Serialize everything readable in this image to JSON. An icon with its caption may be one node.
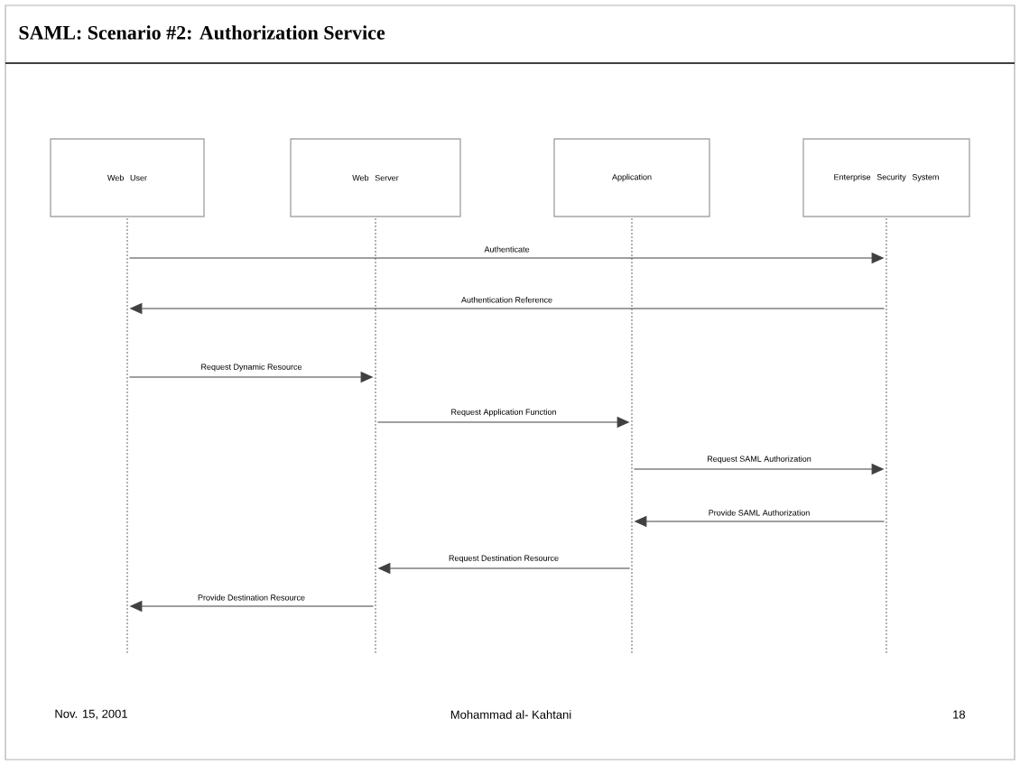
{
  "diagram": {
    "title": "SAML: Scenario #2: Authorization Service",
    "nodes": [
      {
        "text": [
          "Web User"
        ]
      },
      {
        "text": [
          "Web Server"
        ]
      },
      {
        "text": [
          "Application"
        ]
      },
      {
        "text": [
          "Enterprise Security System"
        ]
      },
      {
        "text": [],
        "shape": "line"
      },
      {
        "text": [],
        "shape": "line"
      },
      {
        "text": [],
        "shape": "line"
      },
      {
        "text": [],
        "shape": "line"
      }
    ],
    "edges": [
      {
        "from": 4,
        "to": 7,
        "arrow": "to",
        "label": "Authenticate"
      },
      {
        "from": 7,
        "to": 4,
        "arrow": "to",
        "label": "Authentication Reference"
      },
      {
        "from": 4,
        "to": 5,
        "arrow": "to",
        "label": "Request Dynamic Resource"
      },
      {
        "from": 5,
        "to": 6,
        "arrow": "to",
        "label": "Request Application Function"
      },
      {
        "from": 6,
        "to": 7,
        "arrow": "to",
        "label": "Request SAML Authorization"
      },
      {
        "from": 7,
        "to": 6,
        "arrow": "to",
        "label": "Provide SAML Authorization"
      },
      {
        "from": 6,
        "to": 5,
        "arrow": "to",
        "label": "Request Destination Resource"
      },
      {
        "from": 5,
        "to": 4,
        "arrow": "to",
        "label": "Provide Destination Resource"
      }
    ],
    "labels": [
      "Nov. 15, 2001",
      "Mohammad al- Kahtani",
      "18"
    ]
  }
}
